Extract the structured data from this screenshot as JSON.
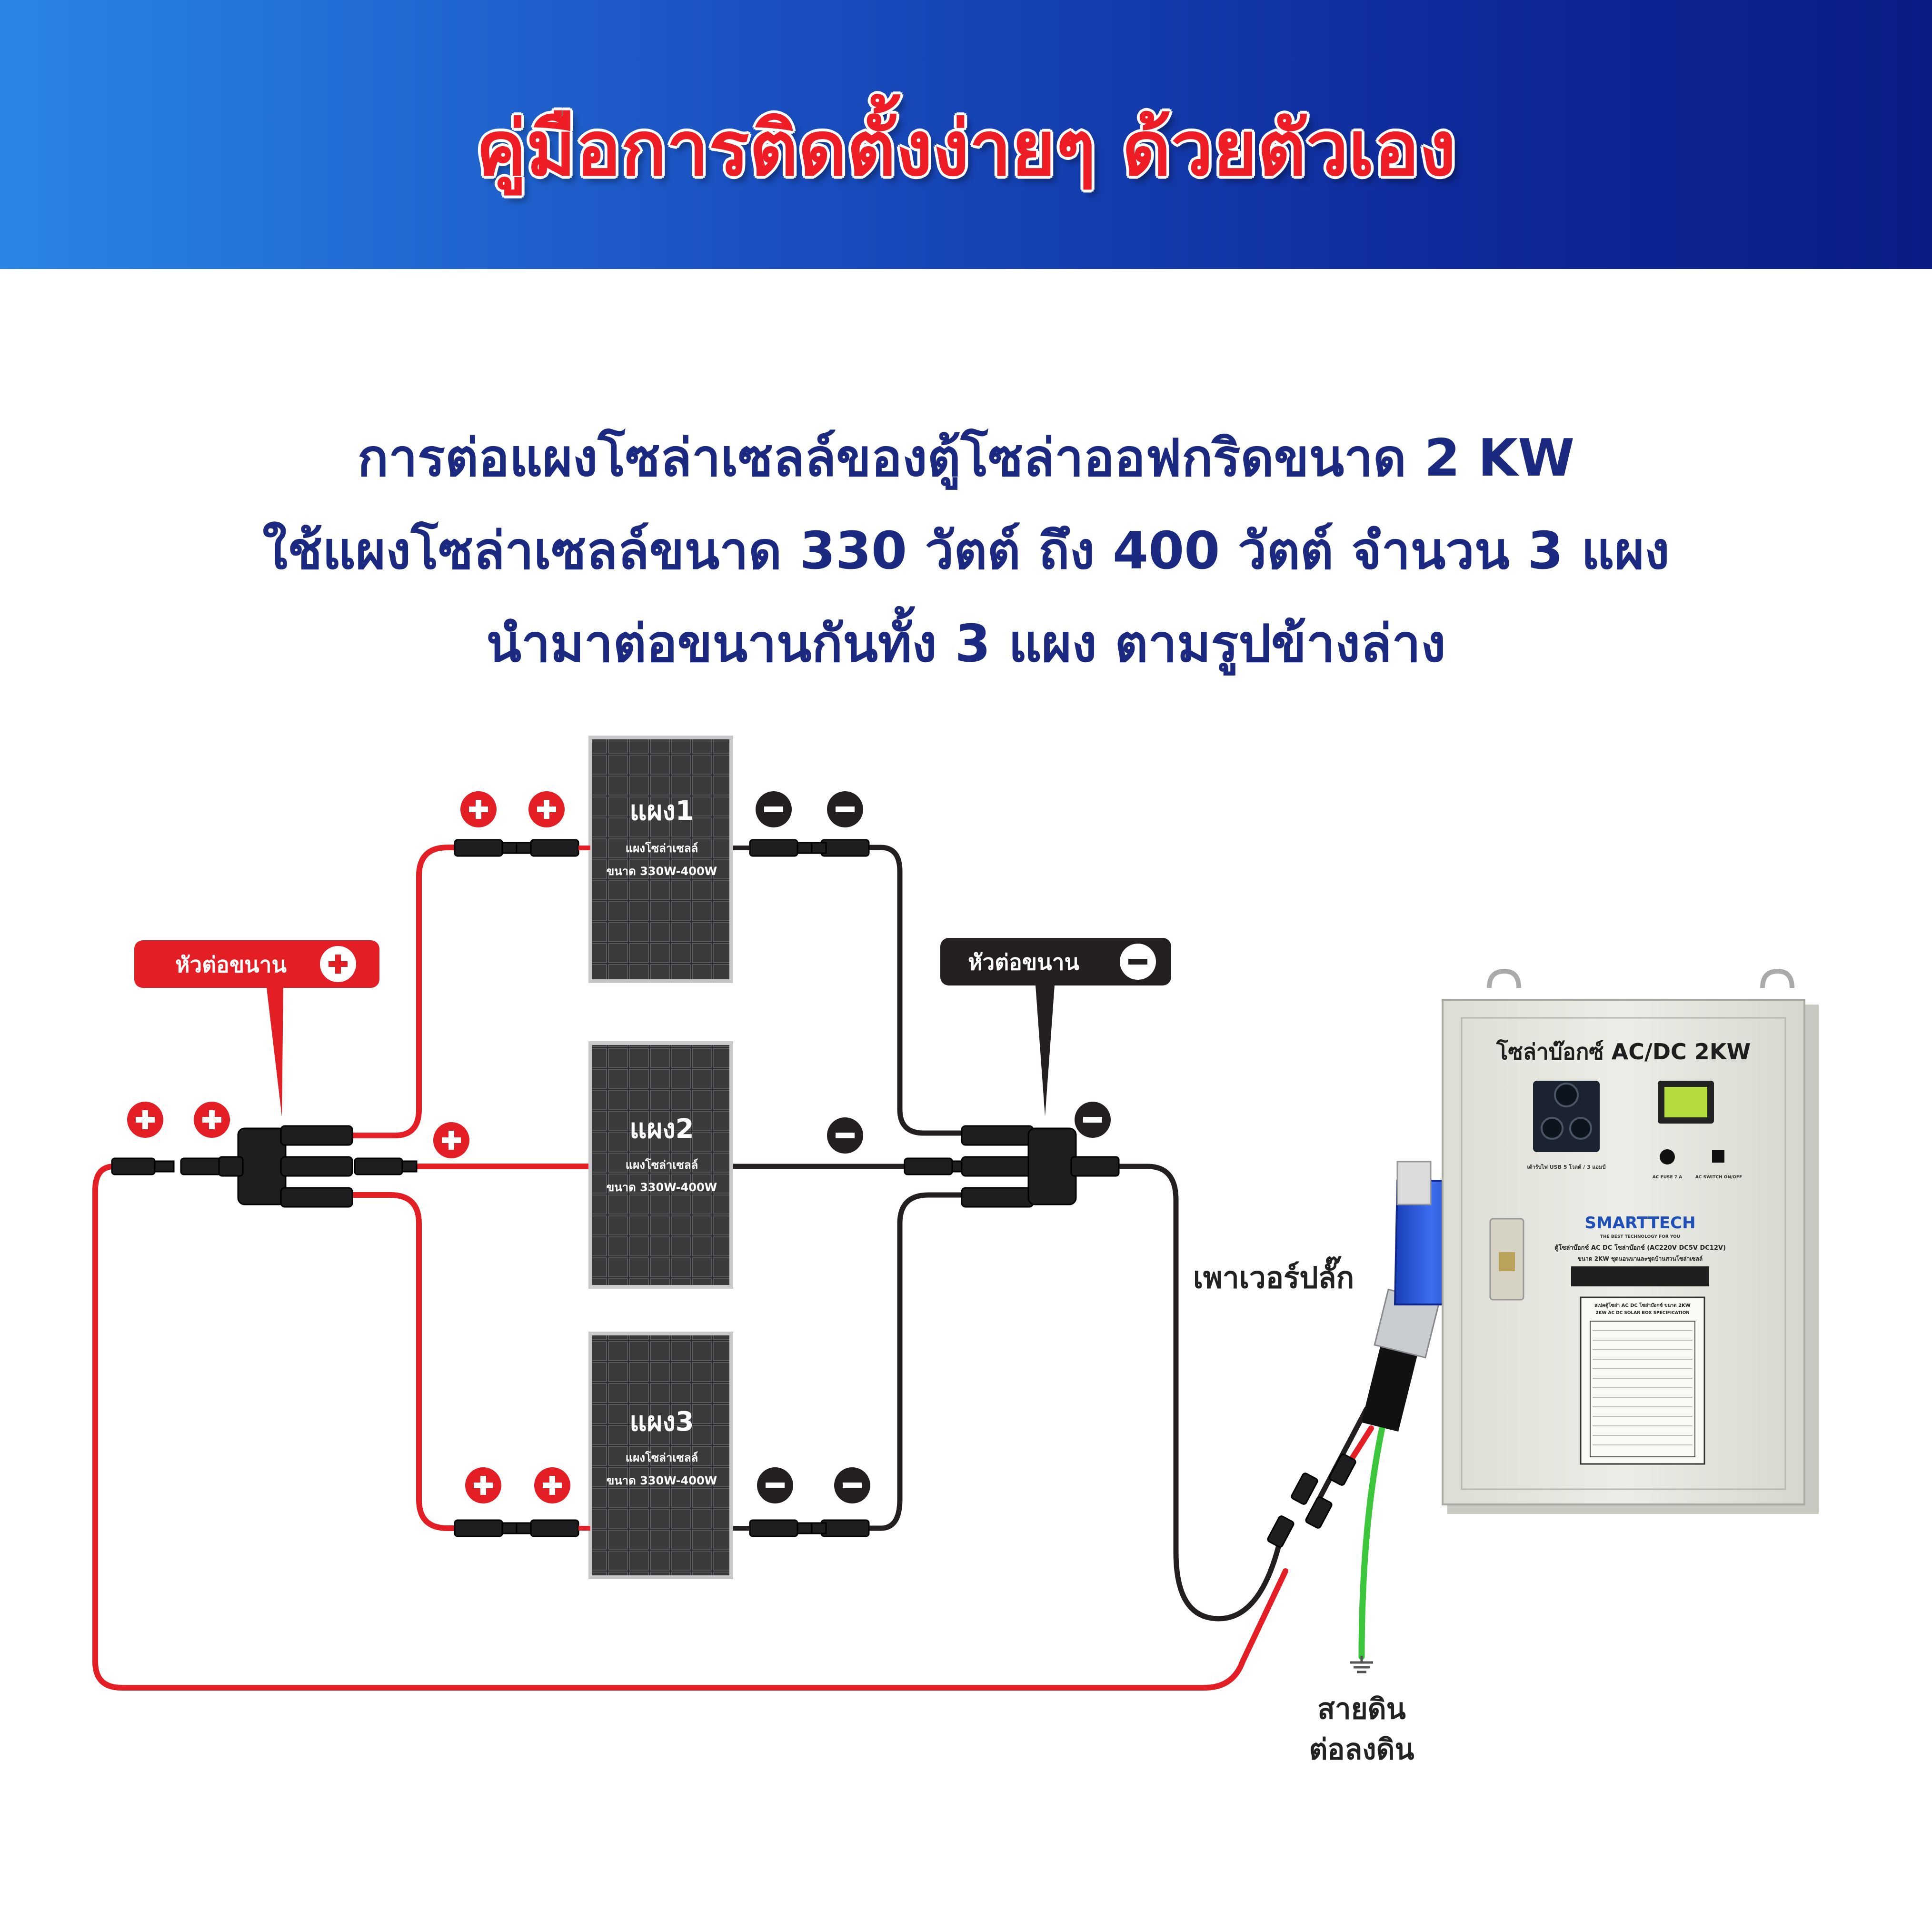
{
  "header": {
    "title": "คู่มือการติดตั้งง่ายๆ ด้วยตัวเอง"
  },
  "intro": {
    "line1": "การต่อแผงโซล่าเซลล์ของตู้โซล่าออฟกริดขนาด 2 KW",
    "line2": "ใช้แผงโซล่าเซลล์ขนาด 330 วัตต์ ถึง 400 วัตต์ จำนวน 3 แผง",
    "line3": "นำมาต่อขนานกันทั้ง 3 แผง ตามรูปข้างล่าง"
  },
  "panels": [
    {
      "name": "แผง1",
      "desc": "แผงโซล่าเซลล์",
      "size": "ขนาด 330W-400W"
    },
    {
      "name": "แผง2",
      "desc": "แผงโซล่าเซลล์",
      "size": "ขนาด 330W-400W"
    },
    {
      "name": "แผง3",
      "desc": "แผงโซล่าเซลล์",
      "size": "ขนาด 330W-400W"
    }
  ],
  "callouts": {
    "positive": "หัวต่อขนาน",
    "negative": "หัวต่อขนาน"
  },
  "labels": {
    "power_plug": "เพาเวอร์ปลั๊ก",
    "ground_line1": "สายดิน",
    "ground_line2": "ต่อลงดิน"
  },
  "solar_box": {
    "title": "โซล่าบ๊อกซ์ AC/DC  2KW",
    "brand": "SMARTTECH",
    "tagline": "THE BEST TECHNOLOGY FOR YOU",
    "model_line": "ตู้โซล่าบ๊อกซ์ AC DC โซล่าบ๊อกซ์ (AC220V DC5V DC12V)",
    "size_line": "ขนาด 2KW  ชุดนอนนาและชุดบ้านสวนโซล่าเซลล์",
    "spec_title": "สเปคตู้โซล่า AC DC โซล่าบ๊อกซ์ ขนาด 2KW",
    "spec_subtitle": "2KW AC DC SOLAR BOX SPECIFICATION",
    "usb_label": "เต้ารับไฟ USB 5 โวลต์ / 3 แอมป์",
    "fuse_label": "AC FUSE 7 A",
    "switch_label": "AC SWITCH ON/OFF"
  },
  "colors": {
    "positive": "#e31e24",
    "negative": "#231f20",
    "ground": "#3cc63c",
    "title_blue": "#1b2a80",
    "box_body": "#e8e9e1"
  },
  "icons": {
    "plus": "plus-circle-icon",
    "minus": "minus-circle-icon",
    "ground": "ground-symbol-icon"
  }
}
